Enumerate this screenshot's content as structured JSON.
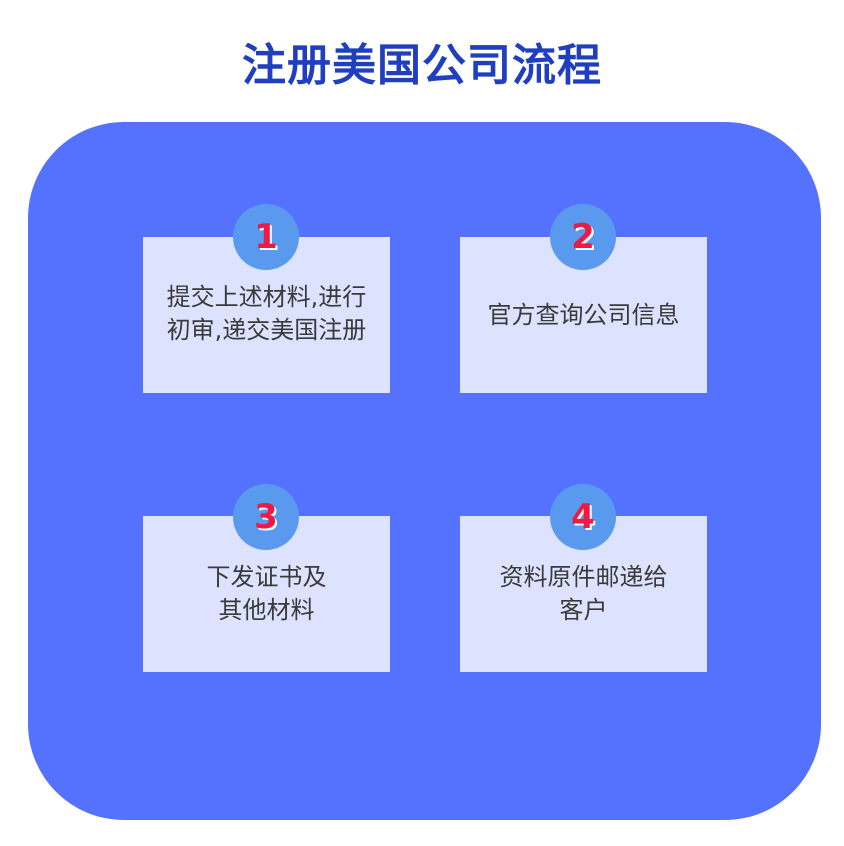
{
  "title": "注册美国公司流程",
  "colors": {
    "title": "#1f3fbf",
    "panel": "#5572ff",
    "card": "#dde3ff",
    "badge": "#5a9aee",
    "number": "#ee1a45",
    "text": "#3a3a3a"
  },
  "steps": [
    {
      "number": "1",
      "text": "提交上述材料,进行\n初审,递交美国注册"
    },
    {
      "number": "2",
      "text": "官方查询公司信息"
    },
    {
      "number": "3",
      "text": "下发证书及\n其他材料"
    },
    {
      "number": "4",
      "text": "资料原件邮递给\n客户"
    }
  ]
}
